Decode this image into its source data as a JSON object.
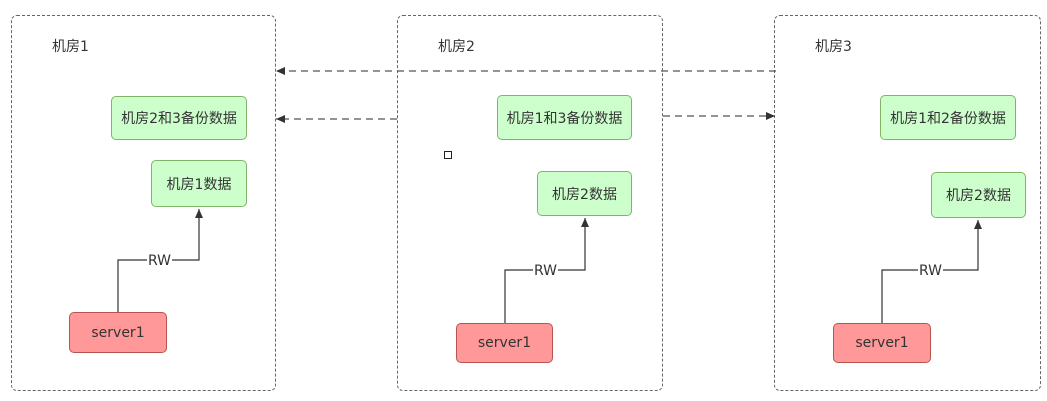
{
  "colors": {
    "green_fill": "#ccffcc",
    "red_fill": "#ff9999",
    "dashed_line": "#555555"
  },
  "rooms": [
    {
      "title": "机房1",
      "backup_box": "机房2和3备份数据",
      "data_box": "机房1数据",
      "rw_label": "RW",
      "server": "server1"
    },
    {
      "title": "机房2",
      "backup_box": "机房1和3备份数据",
      "data_box": "机房2数据",
      "rw_label": "RW",
      "server": "server1"
    },
    {
      "title": "机房3",
      "backup_box": "机房1和2备份数据",
      "data_box": "机房2数据",
      "rw_label": "RW",
      "server": "server1"
    }
  ]
}
